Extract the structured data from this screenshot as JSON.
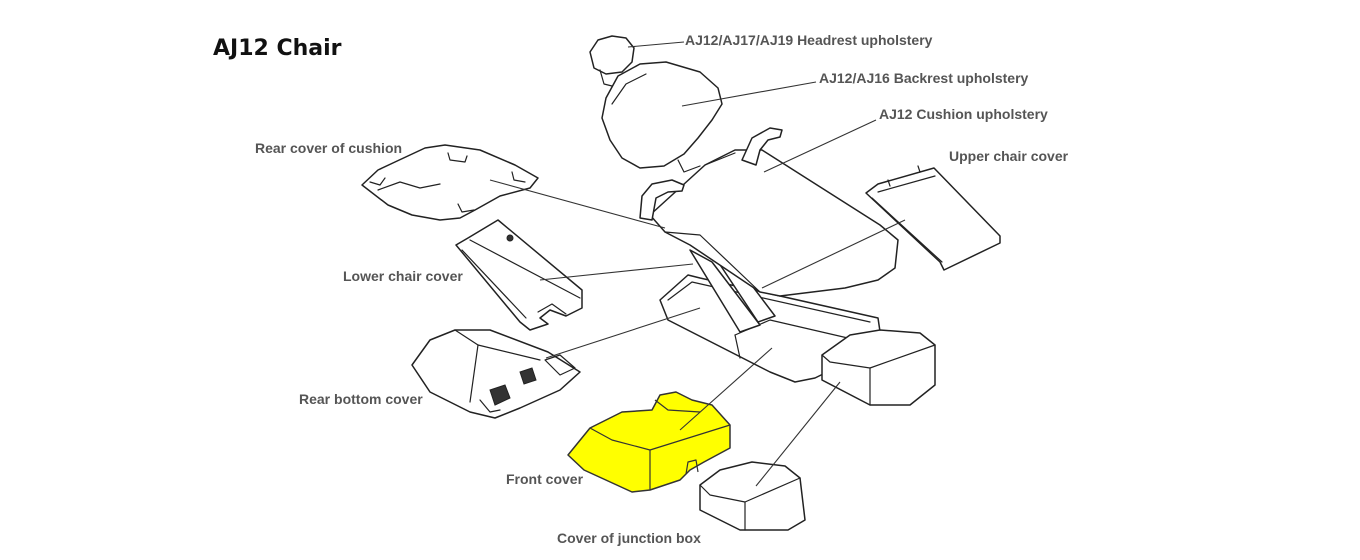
{
  "title": "AJ12 Chair",
  "highlight_color": "#ffff00",
  "labels": {
    "headrest": "AJ12/AJ17/AJ19 Headrest upholstery",
    "backrest": "AJ12/AJ16 Backrest upholstery",
    "cushion": "AJ12 Cushion upholstery",
    "upper_chair_cover": "Upper chair cover",
    "rear_cover_cushion": "Rear cover of cushion",
    "lower_chair_cover": "Lower chair cover",
    "rear_bottom_cover": "Rear bottom cover",
    "front_cover": "Front cover",
    "junction_box_cover": "Cover of junction box"
  },
  "highlighted_part": "Front cover"
}
